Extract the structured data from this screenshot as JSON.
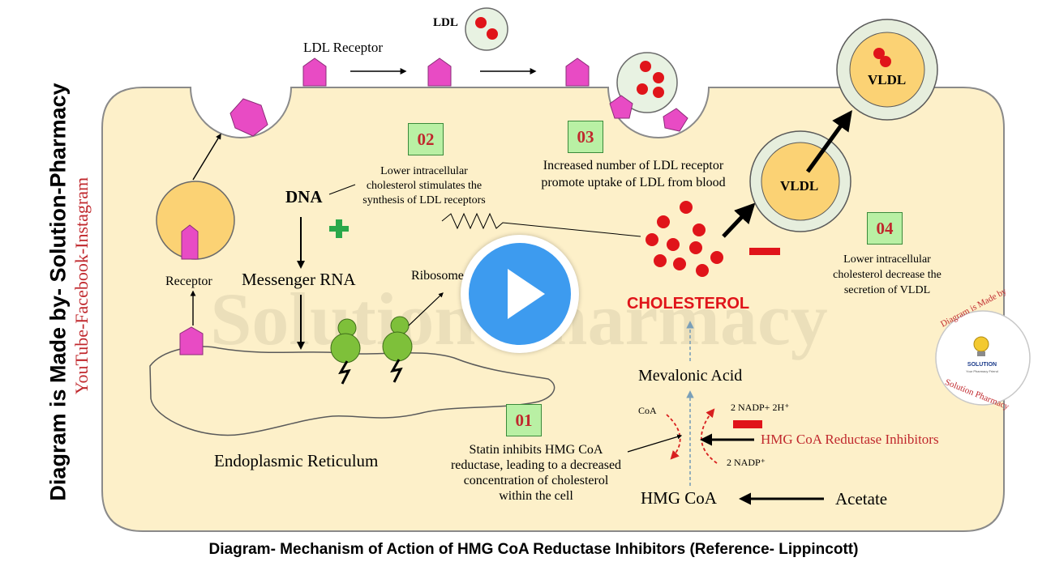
{
  "side_title": "Diagram is Made by- Solution-Pharmacy",
  "side_subtitle": "YouTube-Facebook-Instagram",
  "watermark": "Solution-Pharmacy",
  "caption": "Diagram- Mechanism of Action of HMG CoA Reductase Inhibitors (Reference- Lippincott)",
  "labels": {
    "ldl": "LDL",
    "ldl_receptor": "LDL Receptor",
    "receptor": "Receptor",
    "dna": "DNA",
    "messenger_rna": "Messenger RNA",
    "ribosome": "Ribosome",
    "endoplasmic_reticulum": "Endoplasmic Reticulum",
    "cholesterol": "CHOLESTEROL",
    "mevalonic_acid": "Mevalonic Acid",
    "hmg_coa": "HMG CoA",
    "acetate": "Acetate",
    "coa": "CoA",
    "nadp_h": "2 NADP+ 2H⁺",
    "nadp": "2 NADP⁺",
    "inhibitors": "HMG CoA Reductase Inhibitors",
    "vldl_inner": "VLDL",
    "vldl_outer": "VLDL"
  },
  "steps": [
    {
      "num": "01",
      "lines": [
        "Statin inhibits HMG CoA",
        "reductase, leading to a decreased",
        "concentration of cholesterol",
        "within the cell"
      ]
    },
    {
      "num": "02",
      "lines": [
        "Lower intracellular",
        "cholesterol stimulates the",
        "synthesis of LDL receptors"
      ]
    },
    {
      "num": "03",
      "lines": [
        "Increased number of LDL receptor",
        "promote uptake of LDL from blood"
      ]
    },
    {
      "num": "04",
      "lines": [
        "Lower intracellular",
        "cholesterol decrease the",
        "secretion of VLDL"
      ]
    }
  ],
  "stamp": {
    "top": "Diagram is Made by",
    "bottom": "Solution Pharmacy",
    "logo": "SOLUTION",
    "logo_sub": "Your Pharmacy Friend",
    "icon": "lightbulb-icon"
  },
  "play_icon": "play-icon",
  "colors": {
    "cell_fill": "#fdf0c9",
    "receptor": "#e84bc4",
    "ldl_particle": "#e0141a",
    "ribosome": "#7ec03a",
    "vesicle_fill": "#fbd274",
    "plus": "#2aa84a",
    "minus": "#e0141a",
    "step_box": "#b9f0a4",
    "play": "#3d9bef"
  }
}
